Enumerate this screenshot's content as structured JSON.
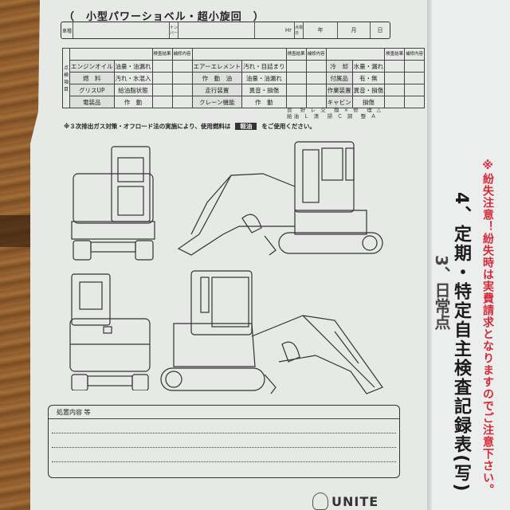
{
  "document": {
    "title": "（　小型パワーショベル・超小旋回　）",
    "header_fields": [
      {
        "label": "車種",
        "value": ""
      },
      {
        "label": "ナンバー",
        "value": ""
      },
      {
        "label": "Hr",
        "value": ""
      },
      {
        "label": "点検日",
        "value": ""
      },
      {
        "label": "年",
        "value": ""
      },
      {
        "label": "月",
        "value": ""
      },
      {
        "label": "日",
        "value": ""
      }
    ],
    "checklist": {
      "side_label": "点検項目",
      "col_headers": [
        "検査結果",
        "補修内容"
      ],
      "rows": [
        {
          "item1": "エンジンオイル",
          "check1": "油量・油漏れ",
          "item2": "エアーエレメント",
          "check2": "汚れ・目詰まり",
          "item3": "冷　却",
          "check3": "水量・漏れ"
        },
        {
          "item1": "燃　料",
          "check1": "汚れ・水混入",
          "item2": "作　動　油",
          "check2": "油量・油漏れ",
          "item3": "付属品",
          "check3": "有・無"
        },
        {
          "item1": "グリスUP",
          "check1": "給油脂状態",
          "item2": "走行装置",
          "check2": "異音・損傷",
          "item3": "作業装置",
          "check3": "異音・損傷"
        },
        {
          "item1": "電装品",
          "check1": "作　動",
          "item2": "クレーン機能",
          "check2": "作　動",
          "item3": "キャビン",
          "check3": "損傷"
        }
      ],
      "legend": [
        "良　好 レ 交　換 × 修　理 △",
        "給油 Ｌ 清　掃 Ｃ 調　整 Ａ"
      ]
    },
    "fuel_note": {
      "text_before": "※３次排出ガス対策・オフロード法の実施により、使用燃料は",
      "badge": "軽油",
      "text_after": "をご使用ください。"
    },
    "diagrams": [
      "excavator-front-view",
      "excavator-left-side-view",
      "excavator-rear-view",
      "excavator-right-side-view"
    ],
    "remarks": {
      "label": "処置内容 等"
    },
    "logo": {
      "text": "UNITE"
    }
  },
  "adjacent_page": {
    "heading": "4、定期・特定自主検査記録表(写)",
    "warning": "※紛失注意！紛失時は実費請求となりますのでご注意下さい。",
    "previous_heading_fragment": "3、日常点"
  }
}
